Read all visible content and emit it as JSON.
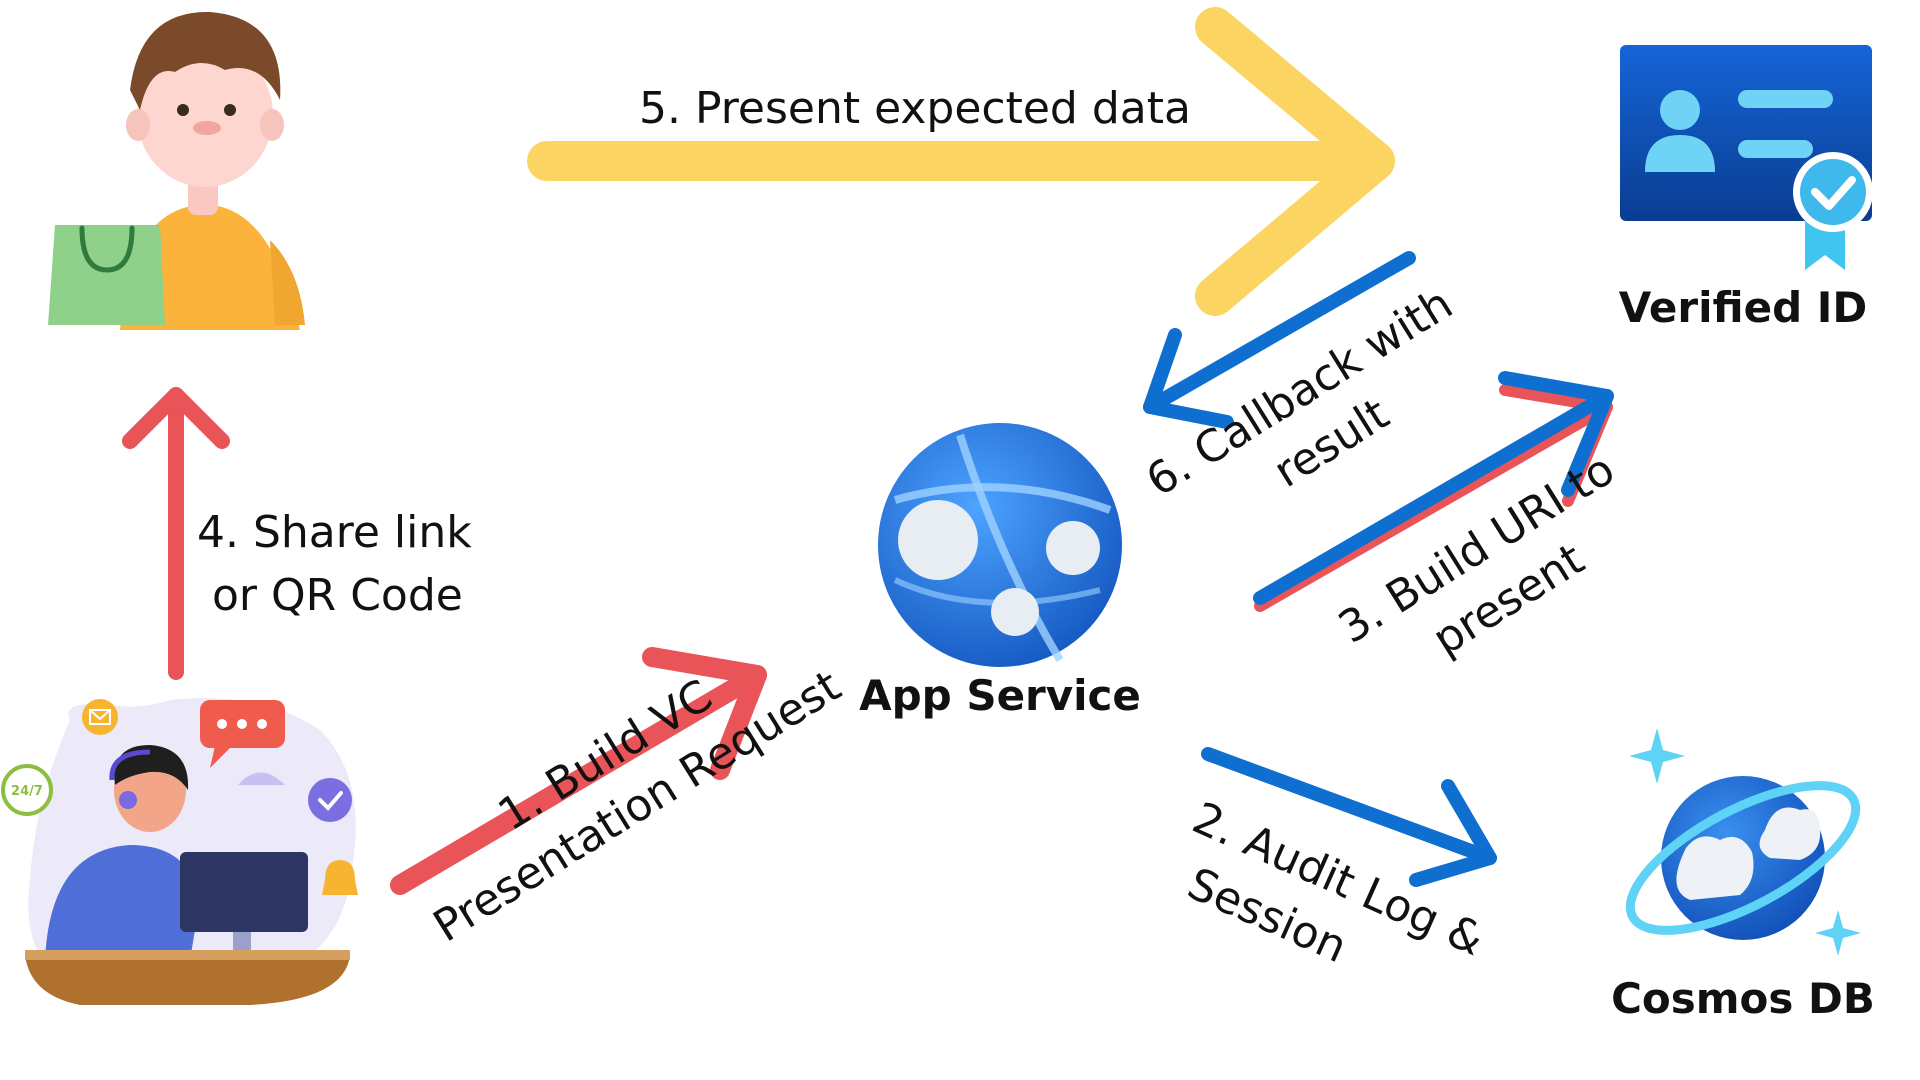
{
  "nodes": {
    "verified_id": {
      "label": "Verified ID"
    },
    "app_service": {
      "label": "App Service"
    },
    "cosmos_db": {
      "label": "Cosmos DB"
    }
  },
  "steps": {
    "step1": {
      "line1": "1. Build VC",
      "line2": "Presentation Request"
    },
    "step2": {
      "line1": "2. Audit Log &",
      "line2": "Session"
    },
    "step3": {
      "line1": "3. Build URI to",
      "line2": "present"
    },
    "step4": {
      "line1": "4. Share link",
      "line2": "or QR Code"
    },
    "step5": {
      "line1": "5. Present expected data"
    },
    "step6": {
      "line1": "6. Callback with",
      "line2": "result"
    }
  },
  "icons": {
    "customer": "shopper-illustration",
    "agent": "support-agent-illustration",
    "verified_id": "verified-id-icon",
    "app_service": "app-service-icon",
    "cosmos_db": "cosmos-db-icon",
    "agent_badge": "24/7"
  },
  "colors": {
    "red": "#e85457",
    "blue": "#0f6fd1",
    "yellow": "#fcd462",
    "azure_dark": "#1a4ba8",
    "azure_light": "#5bc8f0"
  }
}
